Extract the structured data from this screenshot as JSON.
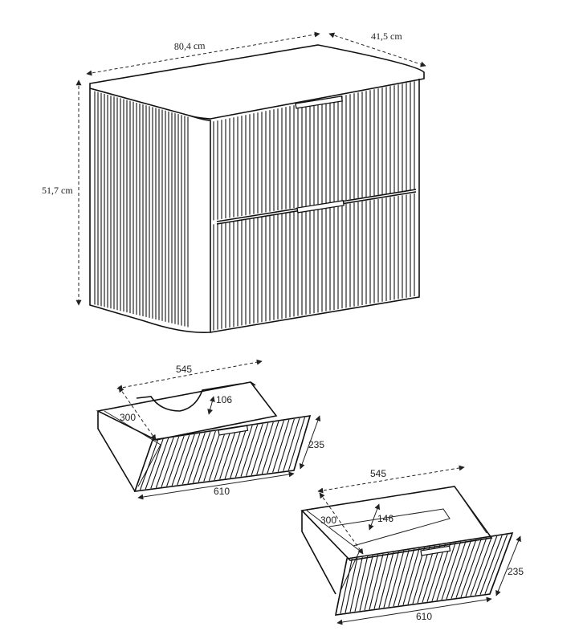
{
  "cabinet": {
    "width_label": "80,4 cm",
    "depth_label": "41,5 cm",
    "height_label": "51,7 cm"
  },
  "drawer_top": {
    "depth_label": "545",
    "side_label": "300",
    "cutout_label": "106",
    "front_height_label": "235",
    "front_width_label": "610"
  },
  "drawer_bottom": {
    "depth_label": "545",
    "side_label": "300",
    "inner_height_label": "146",
    "front_height_label": "235",
    "front_width_label": "610"
  },
  "colors": {
    "line": "#111111",
    "background": "#ffffff"
  }
}
